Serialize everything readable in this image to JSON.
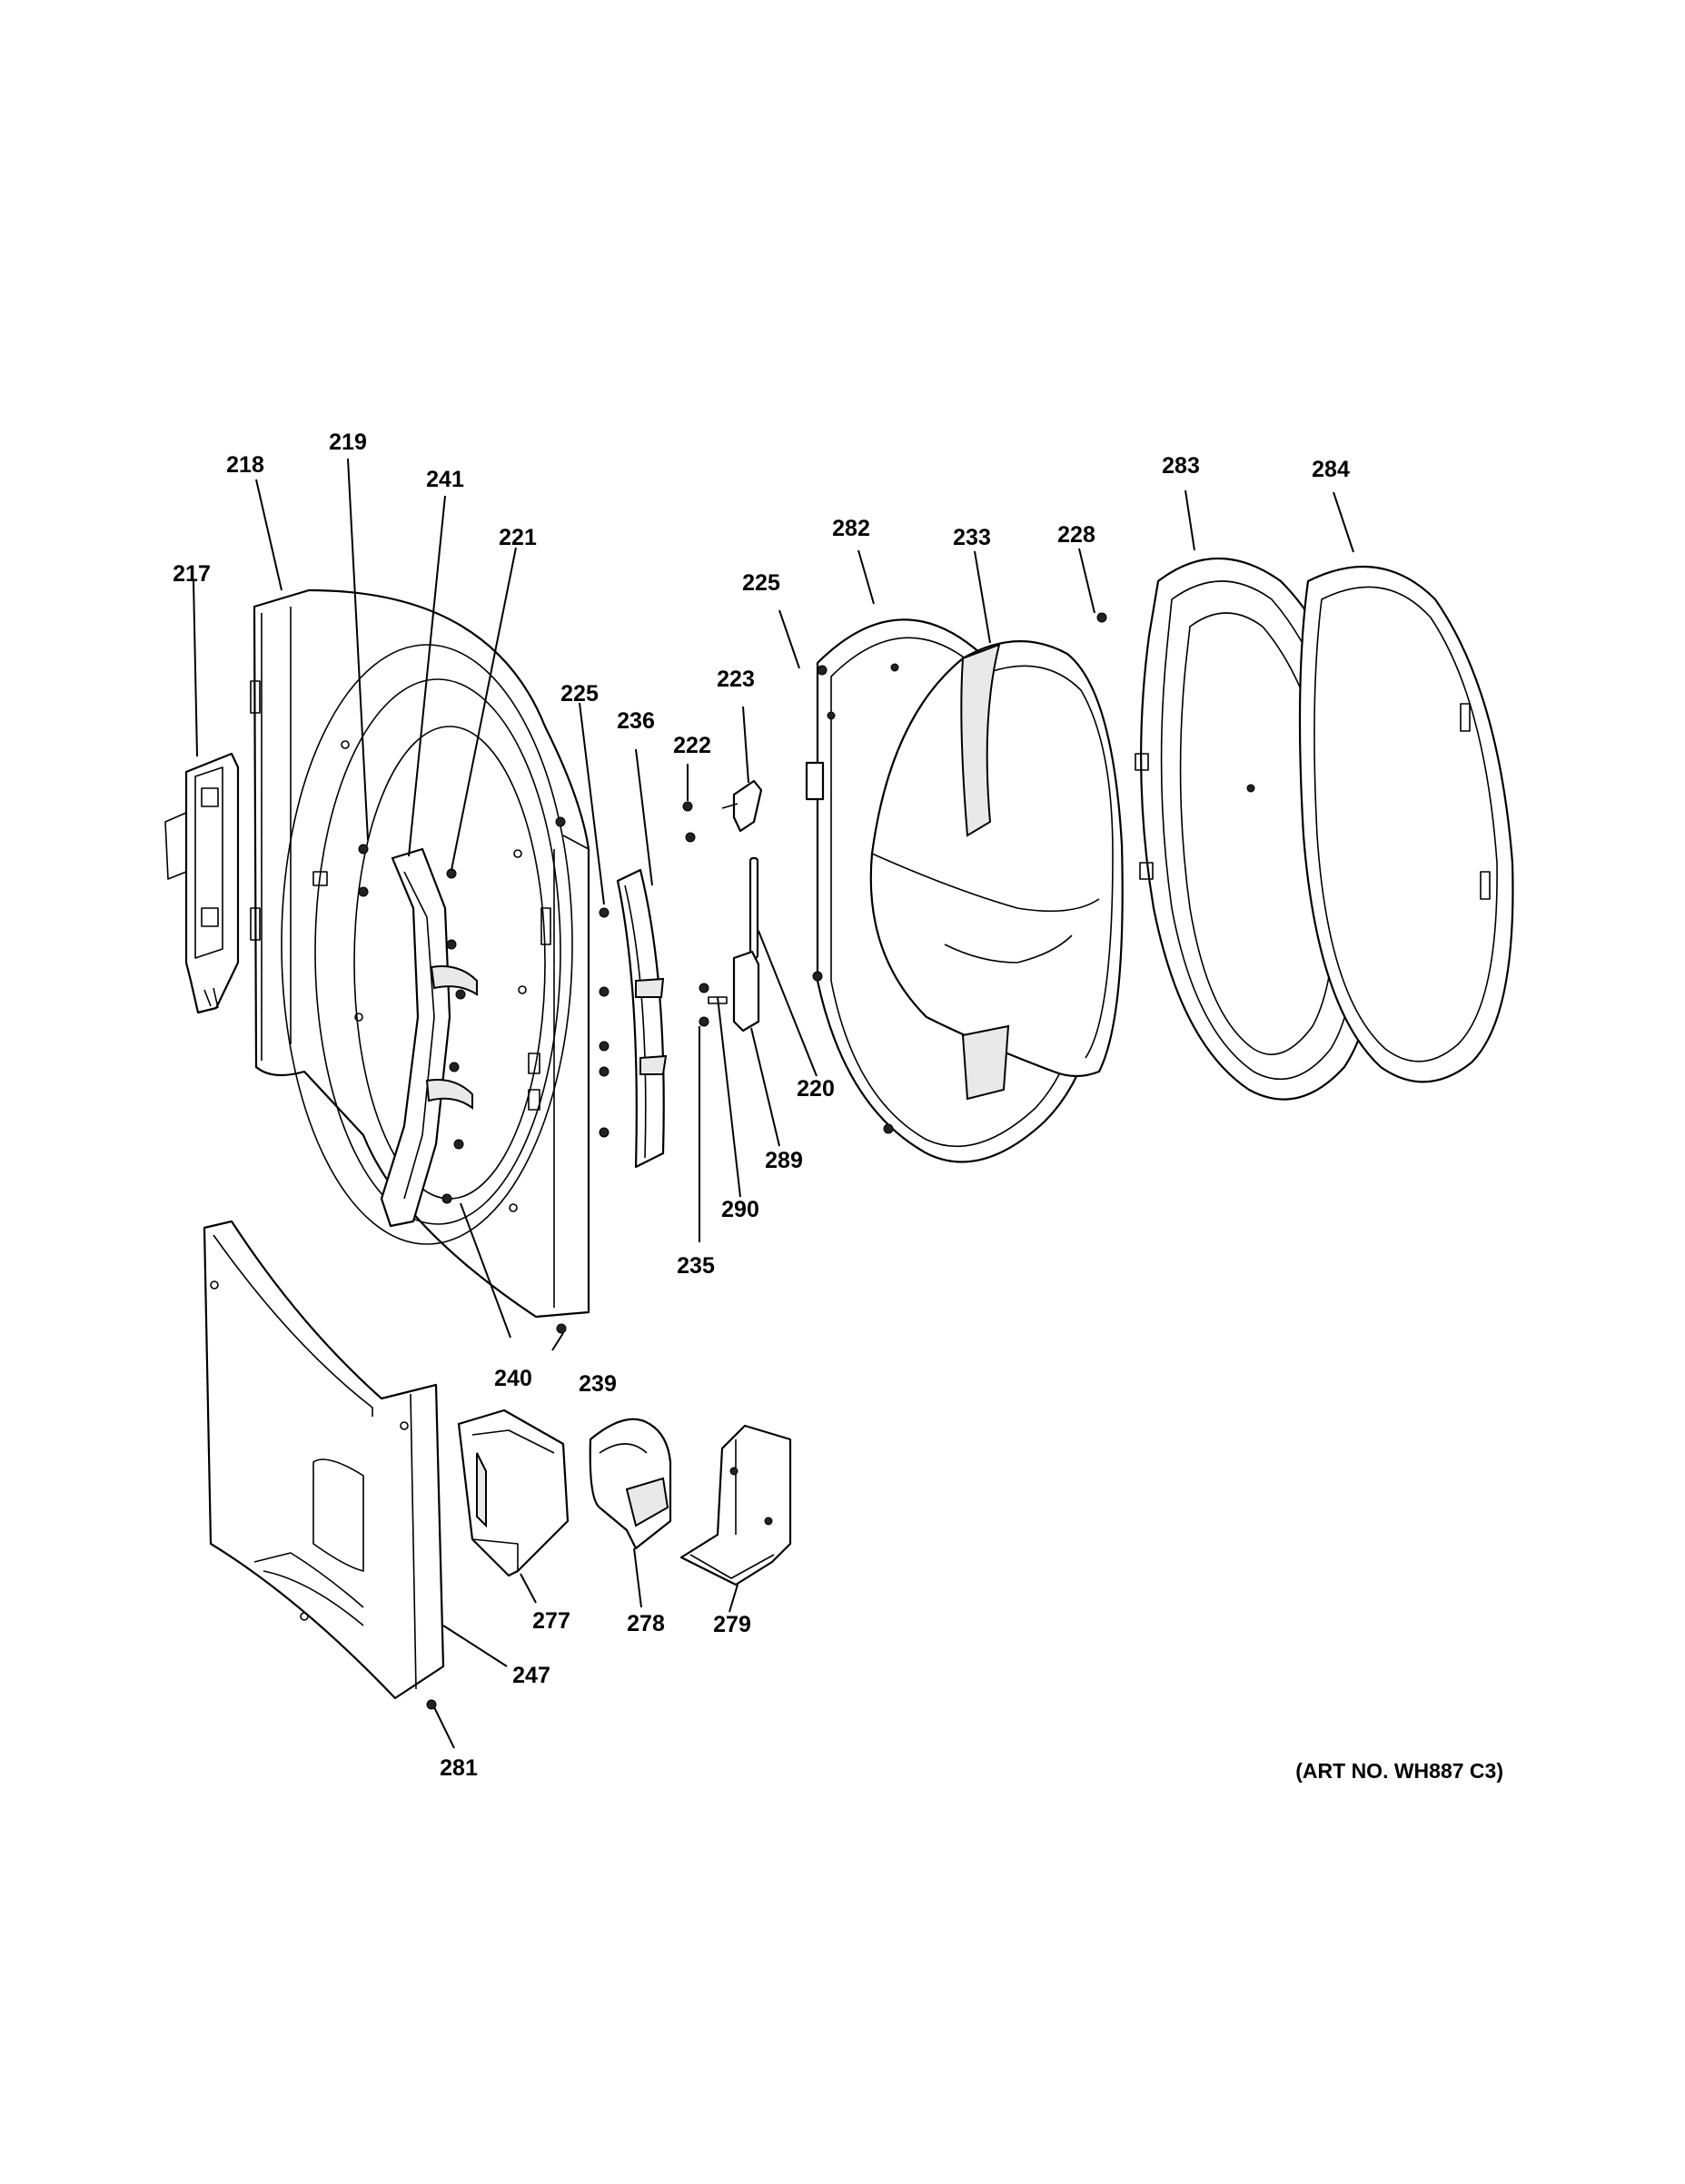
{
  "diagram": {
    "parts": [
      {
        "id": "217",
        "label": "217"
      },
      {
        "id": "218",
        "label": "218"
      },
      {
        "id": "219",
        "label": "219"
      },
      {
        "id": "241",
        "label": "241"
      },
      {
        "id": "221",
        "label": "221"
      },
      {
        "id": "225a",
        "label": "225"
      },
      {
        "id": "236",
        "label": "236"
      },
      {
        "id": "222",
        "label": "222"
      },
      {
        "id": "223",
        "label": "223"
      },
      {
        "id": "225b",
        "label": "225"
      },
      {
        "id": "282",
        "label": "282"
      },
      {
        "id": "233",
        "label": "233"
      },
      {
        "id": "228",
        "label": "228"
      },
      {
        "id": "283",
        "label": "283"
      },
      {
        "id": "284",
        "label": "284"
      },
      {
        "id": "220",
        "label": "220"
      },
      {
        "id": "289",
        "label": "289"
      },
      {
        "id": "290",
        "label": "290"
      },
      {
        "id": "235",
        "label": "235"
      },
      {
        "id": "240",
        "label": "240"
      },
      {
        "id": "239",
        "label": "239"
      },
      {
        "id": "277",
        "label": "277"
      },
      {
        "id": "278",
        "label": "278"
      },
      {
        "id": "279",
        "label": "279"
      },
      {
        "id": "247",
        "label": "247"
      },
      {
        "id": "281",
        "label": "281"
      }
    ],
    "art_number": "(ART NO. WH887 C3)"
  }
}
